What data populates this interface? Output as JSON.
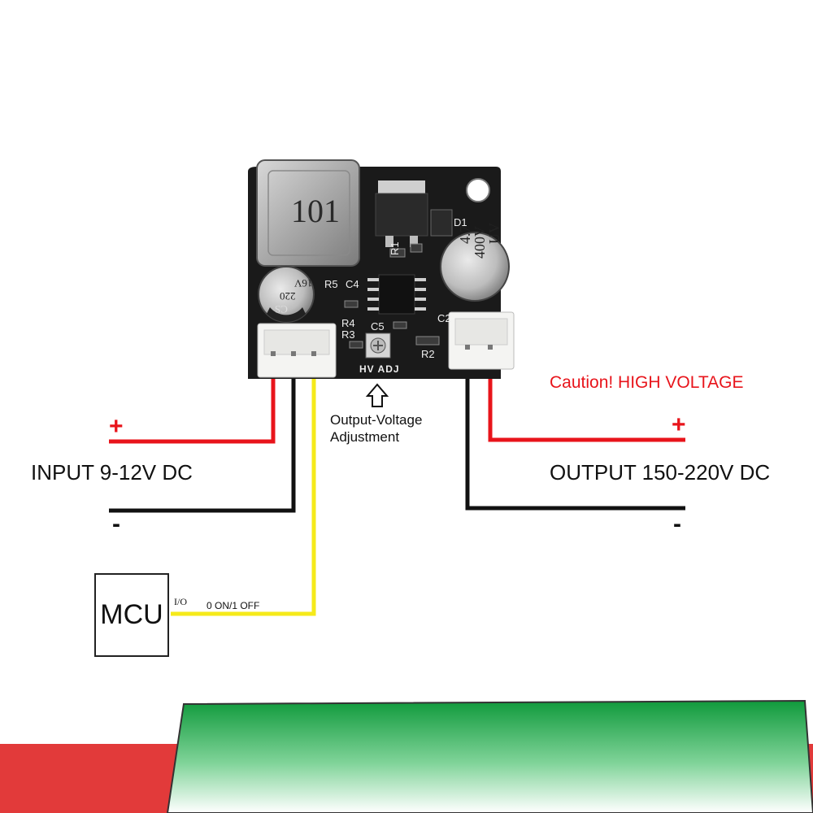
{
  "board": {
    "inductor_marking": "101",
    "cap_small_marking": [
      "16V",
      "220",
      "CS"
    ],
    "cap_large_marking": [
      "4.7",
      "400V",
      "UV"
    ],
    "silkscreen": [
      "R5",
      "C4",
      "R4",
      "R3",
      "C5",
      "R1",
      "D1",
      "C2",
      "R2",
      "HV ADJ"
    ]
  },
  "input": {
    "label": "INPUT 9-12V DC",
    "plus": "+",
    "minus": "-"
  },
  "output": {
    "label": "OUTPUT 150-220V DC",
    "plus": "+",
    "minus": "-",
    "caution": "Caution! HIGH VOLTAGE"
  },
  "adjust": {
    "line1": "Output-Voltage",
    "line2": "Adjustment"
  },
  "mcu": {
    "label": "MCU",
    "io_label": "I/O",
    "signal_label": "0 ON/1 OFF"
  },
  "colors": {
    "wire_positive": "#e8141b",
    "wire_negative": "#111111",
    "wire_signal": "#f5ea1a",
    "pcb": "#1a1a1a",
    "banner_green": "#1aa64a",
    "banner_red": "#e23a3a",
    "caution_text": "#e8141b"
  }
}
